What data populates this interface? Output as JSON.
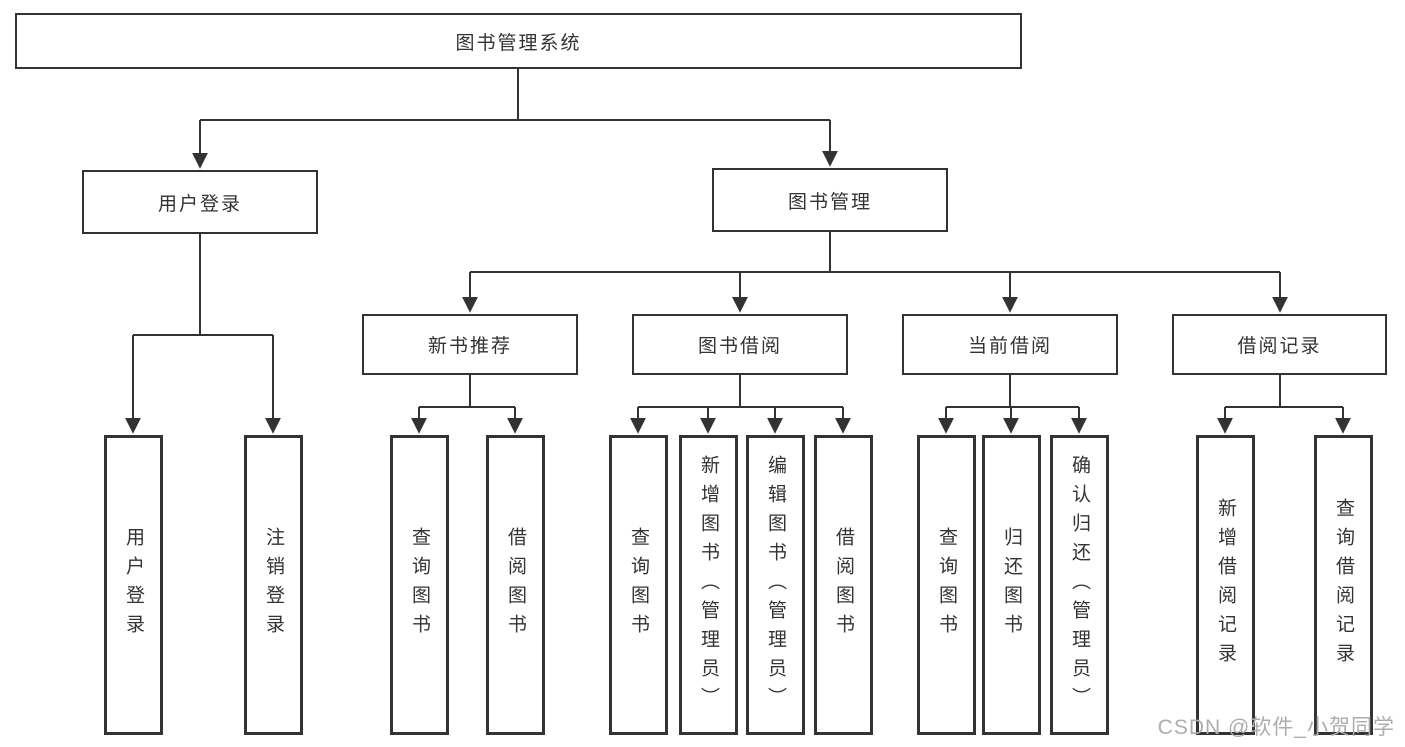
{
  "diagram_type": "hierarchy",
  "tree": {
    "label": "图书管理系统",
    "children": [
      {
        "label": "用户登录",
        "children": [
          {
            "label": "用户登录"
          },
          {
            "label": "注销登录"
          }
        ]
      },
      {
        "label": "图书管理",
        "children": [
          {
            "label": "新书推荐",
            "children": [
              {
                "label": "查询图书"
              },
              {
                "label": "借阅图书"
              }
            ]
          },
          {
            "label": "图书借阅",
            "children": [
              {
                "label": "查询图书"
              },
              {
                "label": "新增图书（管理员）"
              },
              {
                "label": "编辑图书（管理员）"
              },
              {
                "label": "借阅图书"
              }
            ]
          },
          {
            "label": "当前借阅",
            "children": [
              {
                "label": "查询图书"
              },
              {
                "label": "归还图书"
              },
              {
                "label": "确认归还（管理员）"
              }
            ]
          },
          {
            "label": "借阅记录",
            "children": [
              {
                "label": "新增借阅记录"
              },
              {
                "label": "查询借阅记录"
              }
            ]
          }
        ]
      }
    ]
  },
  "watermark": "CSDN @软件_小贺同学",
  "colors": {
    "line": "#333333",
    "box_border": "#333333",
    "text": "#333333",
    "watermark": "#adadad",
    "background": "#ffffff"
  }
}
